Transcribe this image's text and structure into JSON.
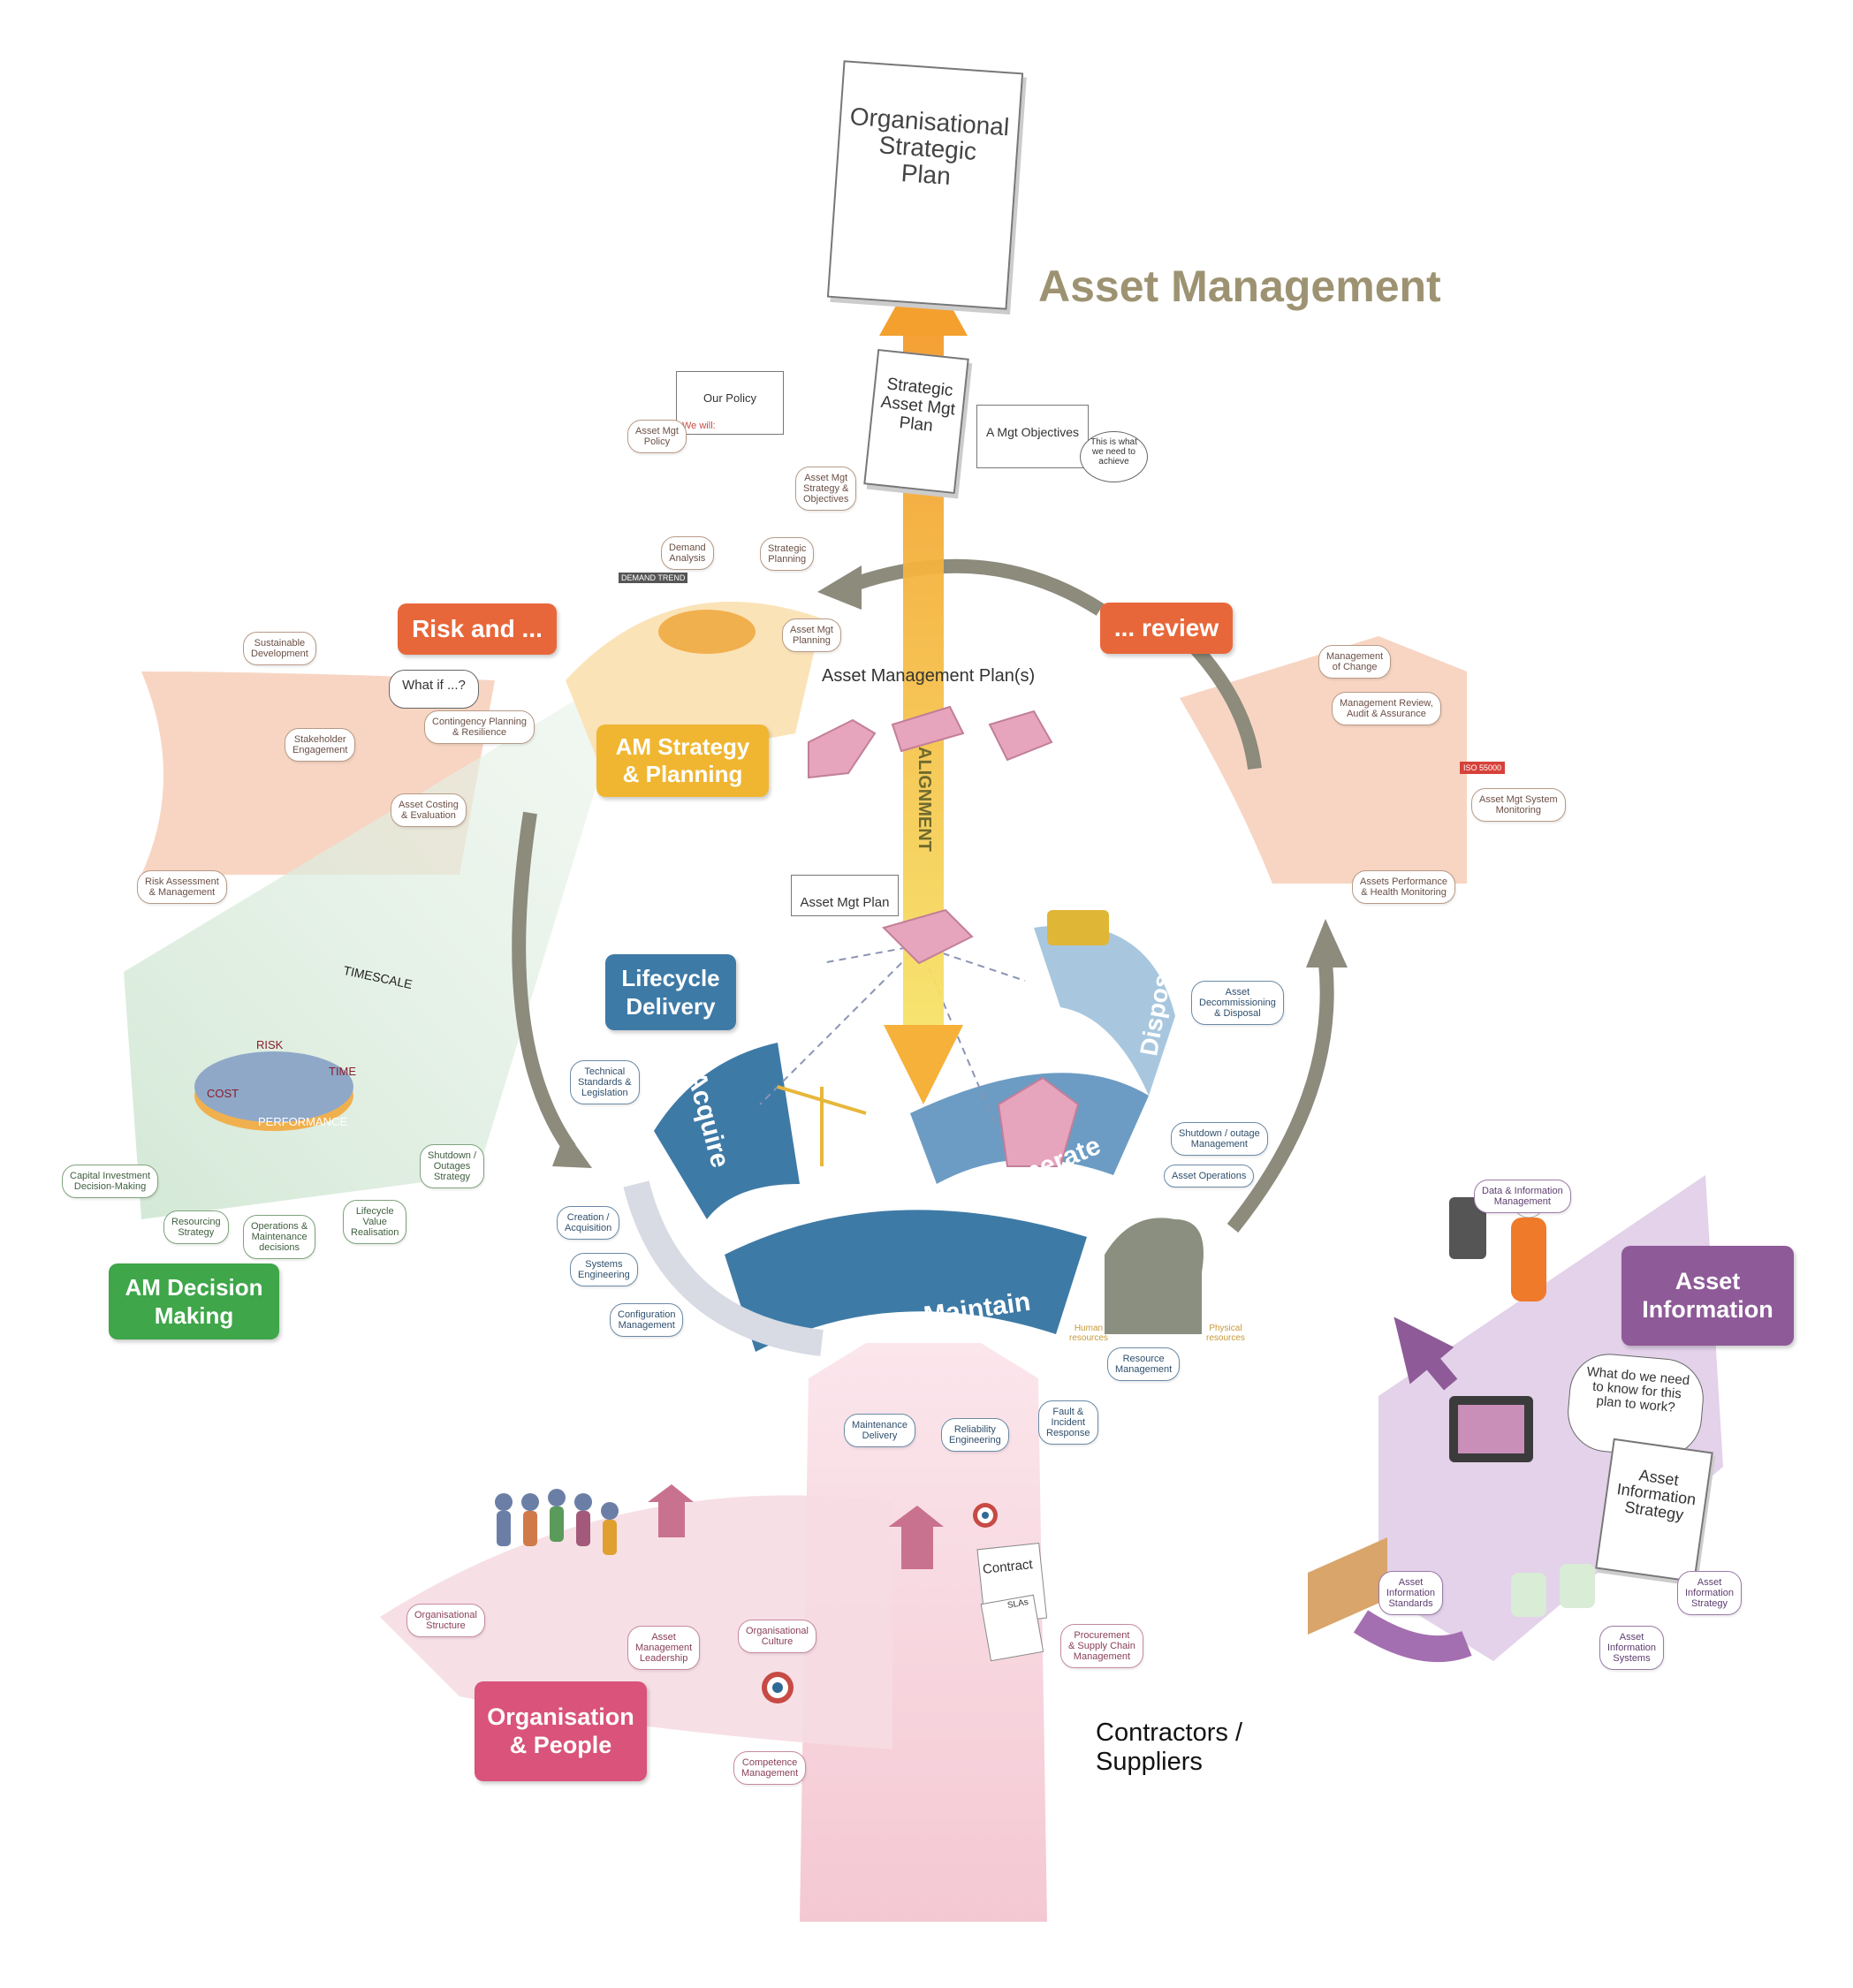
{
  "title": "Asset Management",
  "strategic_plan": "Organisational\nStrategic\nPlan",
  "sam_plan": "Strategic\nAsset Mgt\nPlan",
  "policy_doc": "Our Policy",
  "policy_we_will": "We will:",
  "objectives_doc": "A Mgt Objectives",
  "what_achieve": "This is what\nwe need to\nachieve",
  "am_plans": "Asset Management Plan(s)",
  "alignment": "ALIGNMENT",
  "asset_mgt_plan_center": "Asset Mgt Plan",
  "what_if": "What if ...?",
  "what_know": "What do we need\nto know for this\nplan to work?",
  "ai_strategy_doc": "Asset\nInformation\nStrategy",
  "contract_doc": "Contract",
  "slas": "SLAs",
  "contractors": "Contractors /\nSuppliers",
  "dashboard": {
    "timescale": "TIMESCALE",
    "risk": "RISK",
    "time": "TIME",
    "cost": "COST",
    "performance": "PERFORMANCE"
  },
  "demand_trend": "DEMAND TREND",
  "iso": "ISO 55000",
  "lifecycle": {
    "acquire": "Acquire",
    "operate": "Operate",
    "maintain": "Maintain",
    "dispose": "Dispose"
  },
  "resources": {
    "human": "Human\nresources",
    "physical": "Physical\nresources"
  },
  "sections": {
    "am_strategy": "AM Strategy\n& Planning",
    "risk_and": "Risk and ...",
    "review": "... review",
    "lifecycle_delivery": "Lifecycle\nDelivery",
    "am_decision": "AM Decision\nMaking",
    "asset_information": "Asset\nInformation",
    "org_people": "Organisation\n& People"
  },
  "colors": {
    "strategy": "#f0b632",
    "risk": "#e8673a",
    "lifecycle": "#3e7aa6",
    "decision": "#3fa64a",
    "information": "#8e5a98",
    "org": "#d9537a"
  },
  "pills": {
    "asset_mgt_policy": "Asset Mgt\nPolicy",
    "strategy_objectives": "Asset Mgt\nStrategy &\nObjectives",
    "demand_analysis": "Demand\nAnalysis",
    "strategic_planning": "Strategic\nPlanning",
    "asset_mgt_planning": "Asset Mgt\nPlanning",
    "sustainable_development": "Sustainable\nDevelopment",
    "stakeholder_engagement": "Stakeholder\nEngagement",
    "contingency_planning": "Contingency Planning\n& Resilience",
    "asset_costing": "Asset Costing\n& Evaluation",
    "risk_assessment": "Risk Assessment\n& Management",
    "management_of_change": "Management\nof Change",
    "management_review": "Management Review,\nAudit & Assurance",
    "system_monitoring": "Asset Mgt System\nMonitoring",
    "assets_performance": "Assets Performance\n& Health Monitoring",
    "technical_standards": "Technical\nStandards &\nLegislation",
    "asset_decommissioning": "Asset\nDecommissioning\n& Disposal",
    "shutdown_outage_mgmt": "Shutdown / outage\nManagement",
    "asset_operations": "Asset Operations",
    "creation_acquisition": "Creation /\nAcquisition",
    "systems_engineering": "Systems\nEngineering",
    "configuration_management": "Configuration\nManagement",
    "resource_management": "Resource\nManagement",
    "maintenance_delivery": "Maintenance\nDelivery",
    "reliability_engineering": "Reliability\nEngineering",
    "fault_incident": "Fault &\nIncident\nResponse",
    "capital_investment": "Capital Investment\nDecision-Making",
    "resourcing_strategy": "Resourcing\nStrategy",
    "operations_maintenance": "Operations &\nMaintenance\ndecisions",
    "lifecycle_value": "Lifecycle\nValue\nRealisation",
    "shutdown_outages_strategy": "Shutdown /\nOutages\nStrategy",
    "data_information_mgmt": "Data & Information\nManagement",
    "asset_info_standards": "Asset\nInformation\nStandards",
    "asset_info_strategy": "Asset\nInformation\nStrategy",
    "asset_info_systems": "Asset\nInformation\nSystems",
    "org_structure": "Organisational\nStructure",
    "am_leadership": "Asset\nManagement\nLeadership",
    "org_culture": "Organisational\nCulture",
    "competence_management": "Competence\nManagement",
    "procurement": "Procurement\n& Supply Chain\nManagement"
  }
}
